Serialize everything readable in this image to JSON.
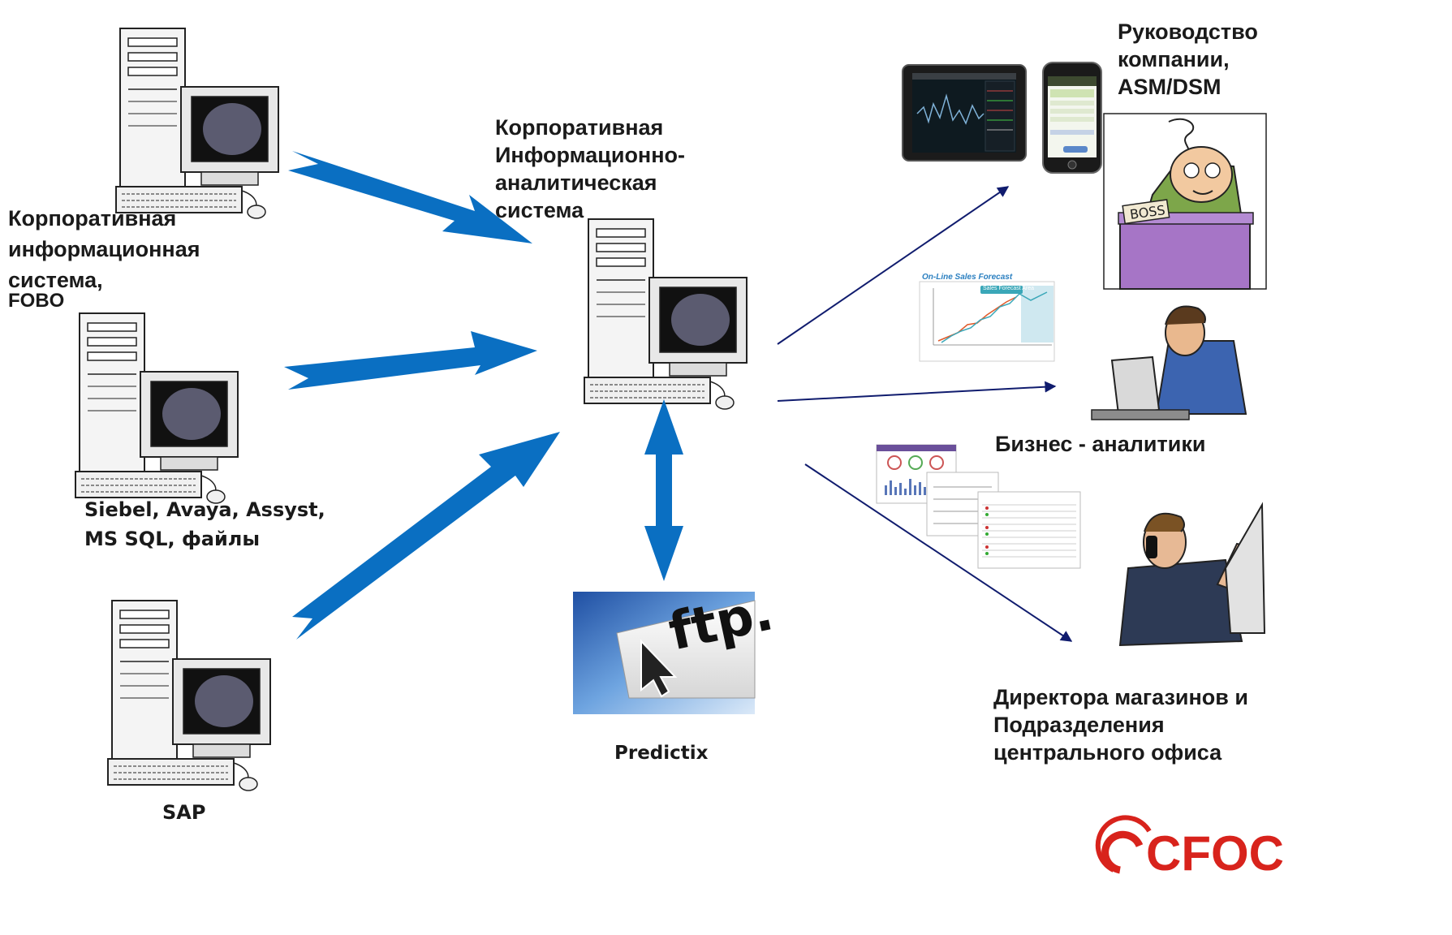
{
  "labels": {
    "corp_info_system": "Корпоративная\nинформационная\nсистема,",
    "corp_info_system_sub": "FOBO",
    "siebel": "Siebel, Avaya, Assyst,\n MS SQL, файлы",
    "sap": "SAP",
    "center": "Корпоративная\nИнформационно-\nаналитическая\n система",
    "predictix": "Predictix",
    "management": "Руководство\nкомпании,\nASM/DSM",
    "business_analysts": "Бизнес - аналитики",
    "store_directors": "Директора магазинов и\nПодразделения\nцентрального офиса"
  },
  "images": {
    "ftp_text": "ftp.",
    "boss_sign": "BOSS",
    "forecast_title": "On-Line Sales Forecast",
    "forecast_badge": "Sales Forecast Area",
    "logo_text": "CFOC"
  },
  "colors": {
    "arrow_blue": "#0a6fc2",
    "line_navy": "#101c6e",
    "logo_red": "#d8231c"
  }
}
